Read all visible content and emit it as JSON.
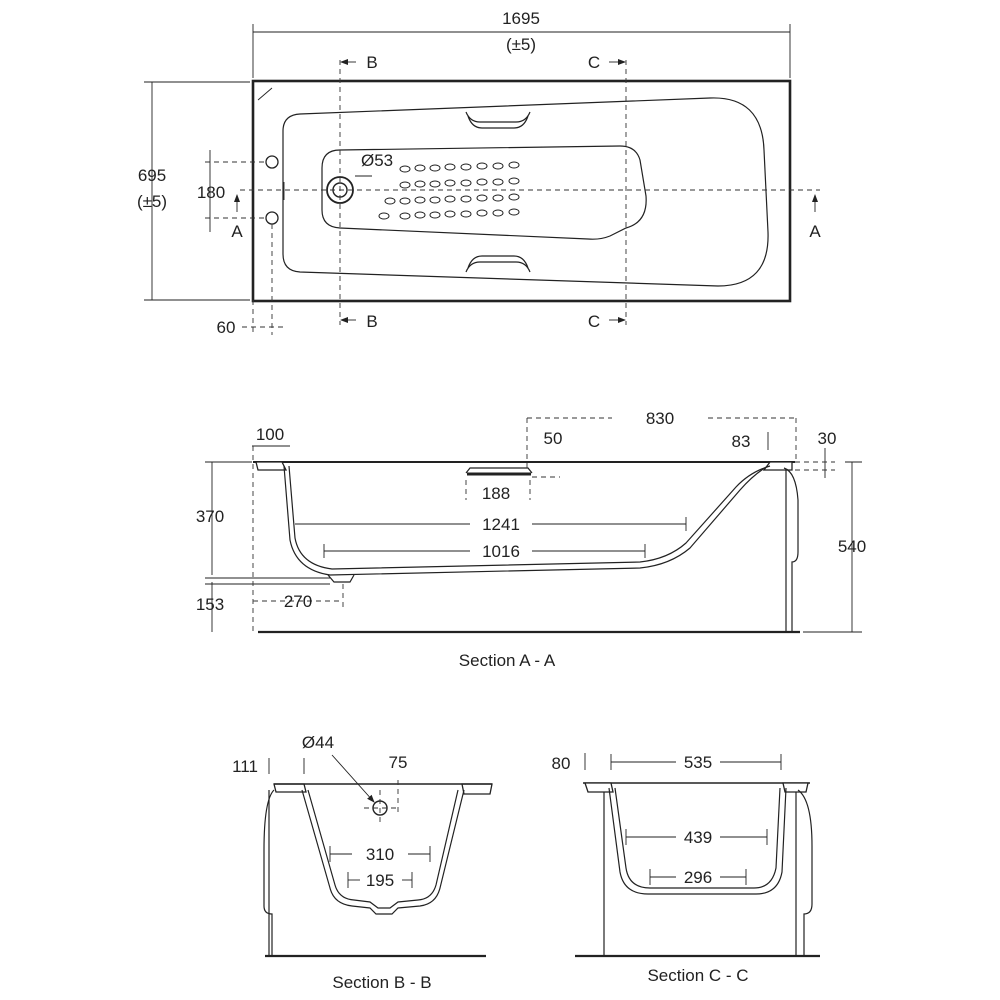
{
  "plan": {
    "length": "1695",
    "length_tol": "(±5)",
    "width": "695",
    "width_tol": "(±5)",
    "tap_spacing": "180",
    "tap_offset": "60",
    "waste_dia": "Ø53",
    "cut_a": "A",
    "cut_b": "B",
    "cut_c": "C"
  },
  "section_a": {
    "caption": "Section A - A",
    "d_100": "100",
    "d_830": "830",
    "d_50": "50",
    "d_83": "83",
    "d_30": "30",
    "d_188": "188",
    "d_370": "370",
    "d_540": "540",
    "d_1241": "1241",
    "d_1016": "1016",
    "d_153": "153",
    "d_270": "270"
  },
  "section_b": {
    "caption": "Section B - B",
    "d_111": "111",
    "d_dia44": "Ø44",
    "d_75": "75",
    "d_310": "310",
    "d_195": "195"
  },
  "section_c": {
    "caption": "Section C - C",
    "d_80": "80",
    "d_535": "535",
    "d_439": "439",
    "d_296": "296"
  }
}
